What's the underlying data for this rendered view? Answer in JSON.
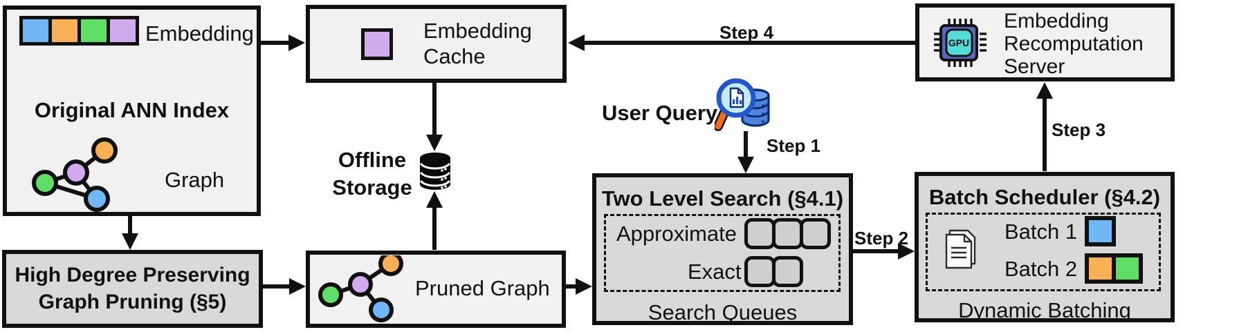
{
  "palette": {
    "blue": "#6FB7F5",
    "orange": "#F7B055",
    "green": "#5FDE66",
    "purple": "#D2AAEF",
    "box_light": "#f1f1f1",
    "box_dark": "#d9d9d9",
    "line": "#111111"
  },
  "original_index": {
    "title": "Original ANN Index",
    "embedding_label": "Embedding",
    "graph_label": "Graph"
  },
  "embedding_cache": {
    "label": "Embedding Cache"
  },
  "recomputation_server": {
    "label": "Embedding Recomputation Server",
    "chip_label": "GPU"
  },
  "offline_storage": {
    "label": "Offline Storage"
  },
  "user_query": {
    "label": "User Query"
  },
  "steps": {
    "step1": "Step 1",
    "step2": "Step 2",
    "step3": "Step 3",
    "step4": "Step 4"
  },
  "two_level_search": {
    "title": "Two Level Search (§4.1)",
    "approximate_label": "Approximate",
    "approximate_slots": 3,
    "exact_label": "Exact",
    "exact_slots": 2,
    "caption": "Search Queues"
  },
  "batch_scheduler": {
    "title": "Batch Scheduler (§4.2)",
    "batch1_label": "Batch 1",
    "batch2_label": "Batch 2",
    "caption": "Dynamic Batching"
  },
  "high_degree_pruning": {
    "label": "High Degree Preserving Graph Pruning (§5)"
  },
  "pruned_graph": {
    "label": "Pruned Graph"
  }
}
